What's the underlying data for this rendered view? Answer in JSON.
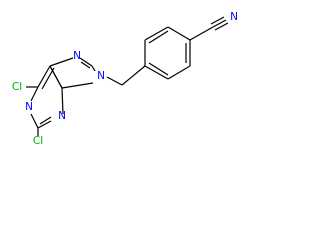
{
  "molecule": {
    "atom_labels": {
      "cl_top": "Cl",
      "cl_bottom": "Cl",
      "n_imidazole_top": "N",
      "n_imidazole_9": "N",
      "n_pyrimidine_1": "N",
      "n_pyrimidine_3": "N",
      "n_nitrile": "N"
    },
    "colors": {
      "bond": "#000000",
      "nitrogen": "#0000ff",
      "chlorine": "#00b000"
    }
  }
}
